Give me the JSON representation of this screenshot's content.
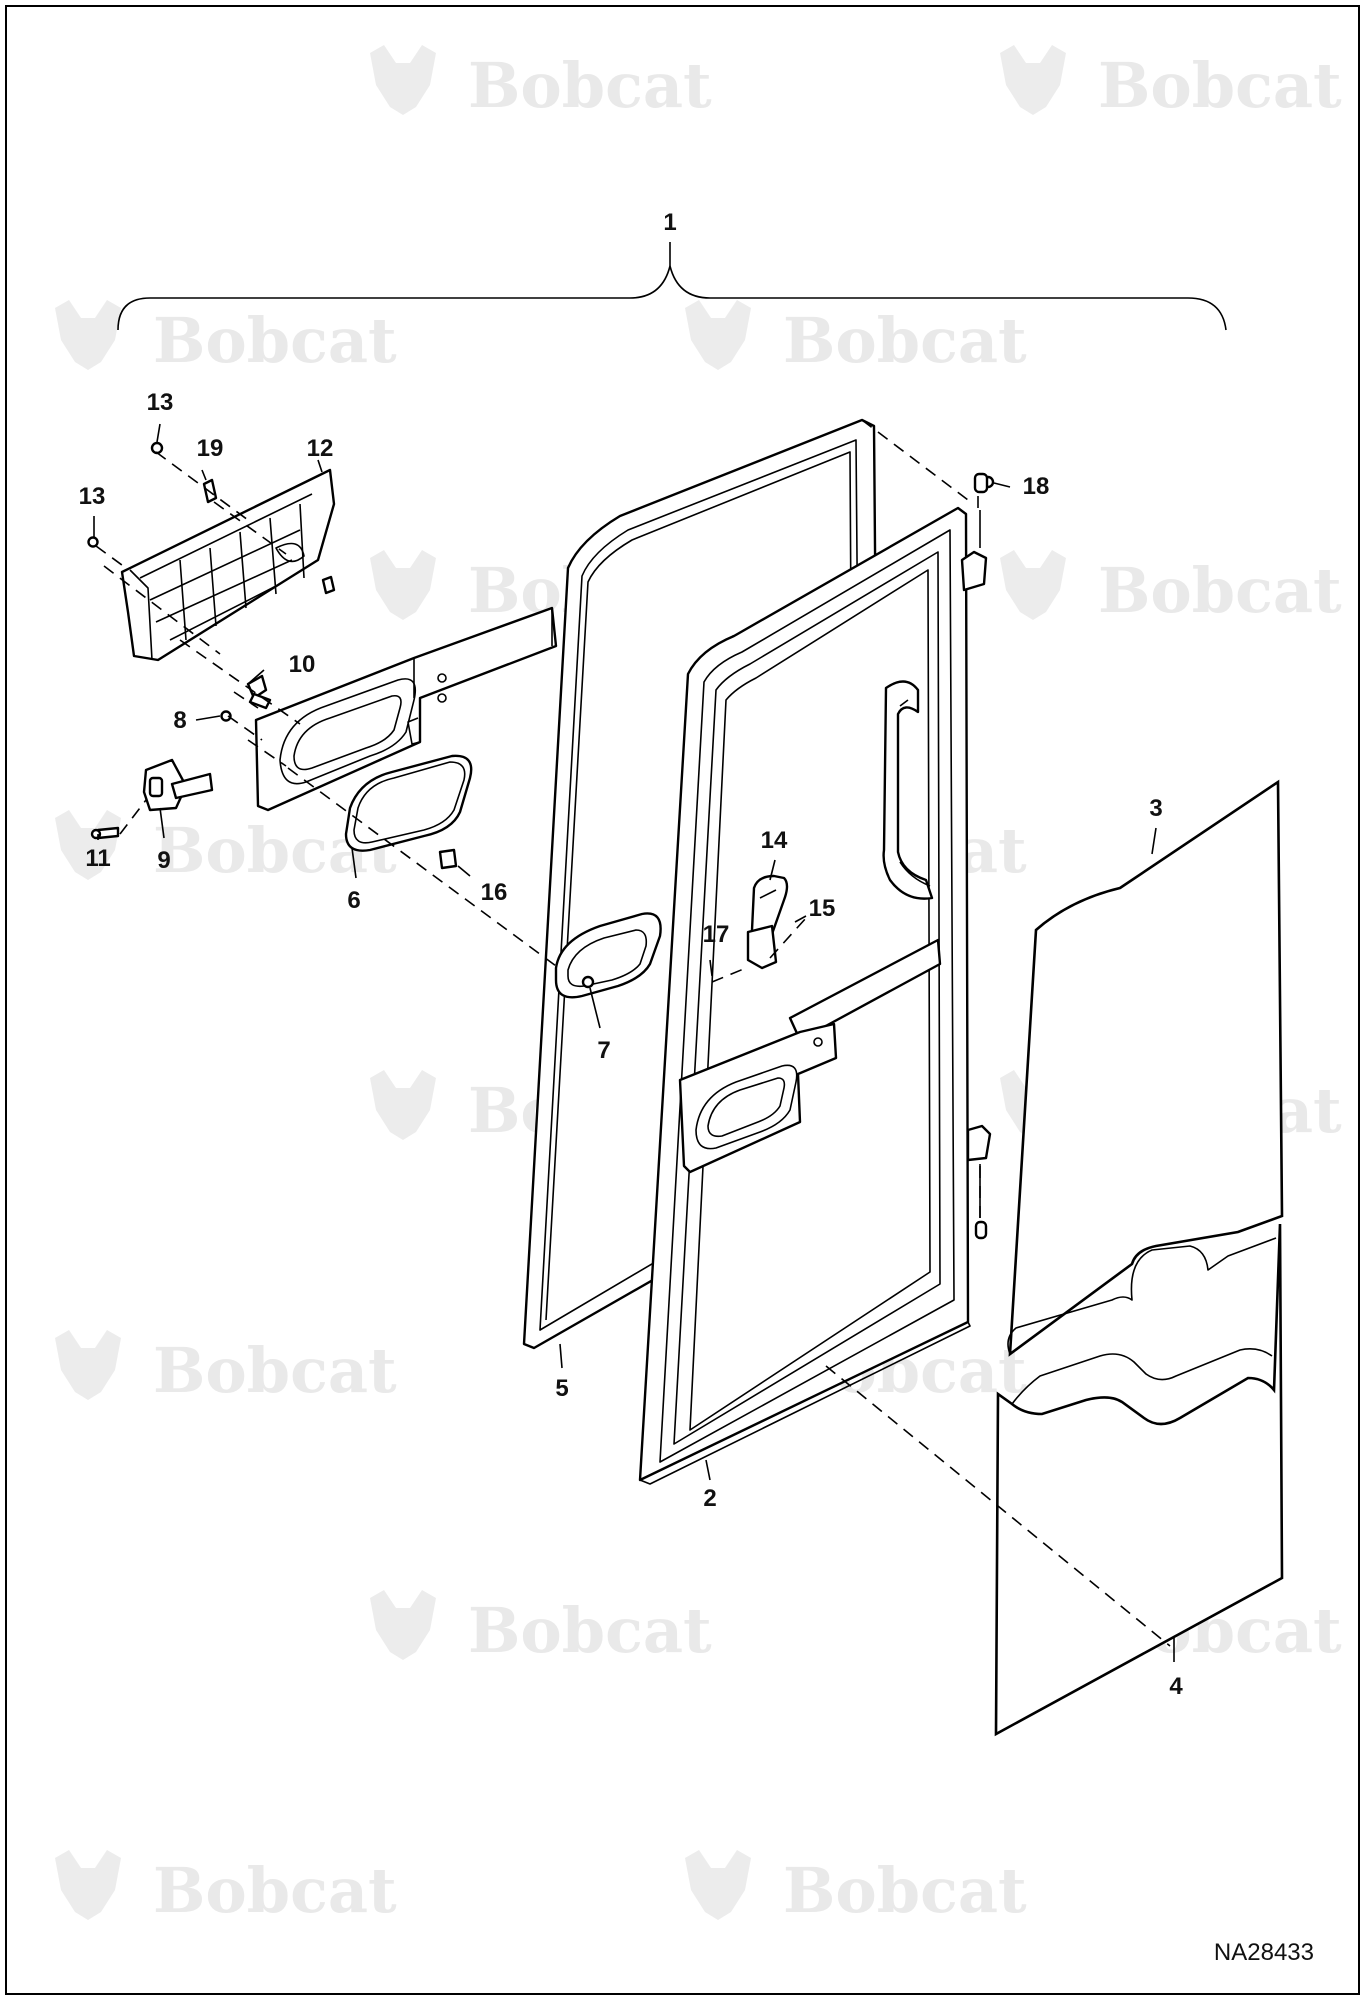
{
  "watermark": {
    "brand": "Bobcat"
  },
  "figure": {
    "reference_code": "NA28433",
    "assembly_callout": "1"
  },
  "callouts": [
    {
      "id": "c2",
      "label": "2"
    },
    {
      "id": "c3",
      "label": "3"
    },
    {
      "id": "c4",
      "label": "4"
    },
    {
      "id": "c5",
      "label": "5"
    },
    {
      "id": "c6",
      "label": "6"
    },
    {
      "id": "c7",
      "label": "7"
    },
    {
      "id": "c8",
      "label": "8"
    },
    {
      "id": "c9",
      "label": "9"
    },
    {
      "id": "c10",
      "label": "10"
    },
    {
      "id": "c11",
      "label": "11"
    },
    {
      "id": "c12",
      "label": "12"
    },
    {
      "id": "c13a",
      "label": "13"
    },
    {
      "id": "c13b",
      "label": "13"
    },
    {
      "id": "c14",
      "label": "14"
    },
    {
      "id": "c15",
      "label": "15"
    },
    {
      "id": "c16",
      "label": "16"
    },
    {
      "id": "c17",
      "label": "17"
    },
    {
      "id": "c18",
      "label": "18"
    },
    {
      "id": "c19",
      "label": "19"
    }
  ]
}
